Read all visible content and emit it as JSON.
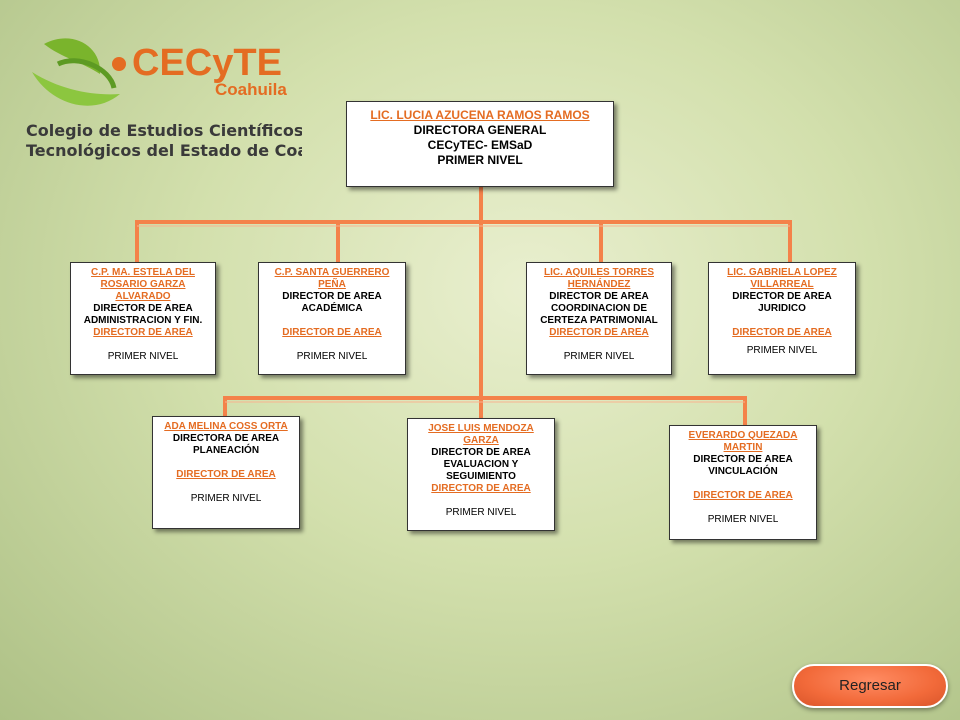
{
  "colors": {
    "accent_orange": "#e46c22",
    "logo_green": "#7ab42c",
    "connector": "#f4824a"
  },
  "logo": {
    "brand": "CECyTE",
    "state": "Coahuila",
    "tagline_1": "Colegio de Estudios Científicos y",
    "tagline_2": "Tecnológicos del Estado de Coahuila"
  },
  "top": {
    "name": "LIC. LUCIA AZUCENA RAMOS RAMOS",
    "line1": "DIRECTORA GENERAL",
    "line2": "CECyTEC- EMSaD",
    "line3": "PRIMER NIVEL"
  },
  "row1": [
    {
      "name": "C.P. MA. ESTELA DEL ROSARIO GARZA ALVARADO",
      "line1": "DIRECTOR DE AREA",
      "line2": "ADMINISTRACION Y FIN.",
      "role": "DIRECTOR DE AREA",
      "level": "PRIMER NIVEL"
    },
    {
      "name": "C.P. SANTA GUERRERO PEÑA",
      "line1": "DIRECTOR DE AREA",
      "line2": "ACADÉMICA",
      "role": "DIRECTOR DE AREA",
      "level": "PRIMER NIVEL"
    },
    {
      "name": "LIC. AQUILES TORRES HERNÁNDEZ",
      "line1": "DIRECTOR DE  AREA",
      "line2": "COORDINACION DE",
      "line3": "CERTEZA PATRIMONIAL",
      "role": "DIRECTOR DE AREA",
      "level": "PRIMER NIVEL"
    },
    {
      "name": "LIC. GABRIELA LOPEZ VILLARREAL",
      "line1": "DIRECTOR DE AREA",
      "line2": "JURIDICO",
      "role": "DIRECTOR DE AREA",
      "level": "PRIMER NIVEL"
    }
  ],
  "row2": [
    {
      "name": "ADA MELINA COSS ORTA",
      "line1": "DIRECTORA DE AREA",
      "line2": "PLANEACIÓN",
      "role": "DIRECTOR DE AREA",
      "level": "PRIMER NIVEL"
    },
    {
      "name": "JOSE LUIS MENDOZA GARZA",
      "line1": "DIRECTOR DE AREA",
      "line2": "EVALUACION Y",
      "line3": "SEGUIMIENTO",
      "role": "DIRECTOR DE AREA",
      "level": "PRIMER NIVEL"
    },
    {
      "name": "EVERARDO QUEZADA MARTIN",
      "line1": "DIRECTOR DE AREA",
      "line2": "VINCULACIÓN",
      "role": "DIRECTOR DE AREA",
      "level": "PRIMER NIVEL"
    }
  ],
  "nav": {
    "back_label": "Regresar"
  }
}
